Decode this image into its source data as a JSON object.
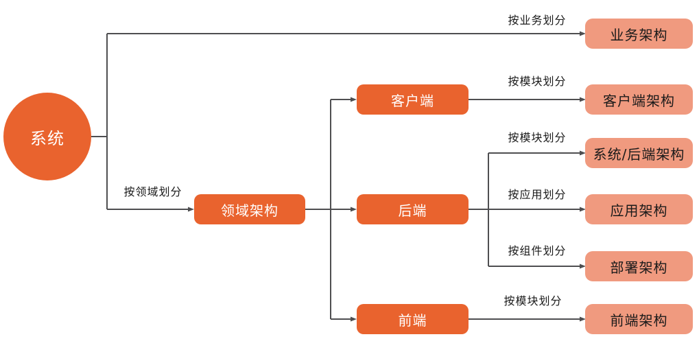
{
  "diagram": {
    "colors": {
      "node_orange": "#E9632E",
      "node_salmon": "#F09A7F",
      "connector_gray": "#4E4E50",
      "label_text": "#1A1A1A",
      "orange_node_text": "#FFFFFF"
    },
    "nodes": {
      "system": {
        "label": "系统"
      },
      "business_arch": {
        "label": "业务架构"
      },
      "domain_arch": {
        "label": "领域架构"
      },
      "client": {
        "label": "客户端"
      },
      "backend": {
        "label": "后端"
      },
      "frontend": {
        "label": "前端"
      },
      "client_arch": {
        "label": "客户端架构"
      },
      "system_backend_arch": {
        "label": "系统/后端架构"
      },
      "app_arch": {
        "label": "应用架构"
      },
      "deploy_arch": {
        "label": "部署架构"
      },
      "frontend_arch": {
        "label": "前端架构"
      }
    },
    "edges": {
      "by_business": {
        "label": "按业务划分"
      },
      "by_domain": {
        "label": "按领域划分"
      },
      "by_module_client": {
        "label": "按模块划分"
      },
      "by_module_backend": {
        "label": "按模块划分"
      },
      "by_app": {
        "label": "按应用划分"
      },
      "by_component": {
        "label": "按组件划分"
      },
      "by_module_frontend": {
        "label": "按模块划分"
      }
    }
  }
}
